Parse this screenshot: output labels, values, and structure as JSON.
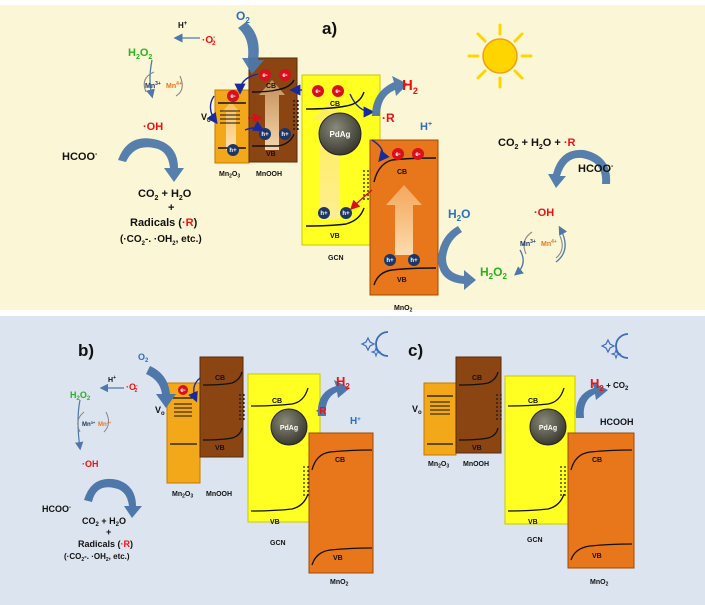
{
  "panel_a": {
    "label": "a)",
    "o2": "O",
    "o2_sub": "2",
    "hplus_left": "H",
    "hplus_sup": "+",
    "o2_radical": "·O",
    "o2_radical_sup": "-",
    "o2_radical_sub": "2",
    "h2o2_left": "H",
    "h2o2_left_sub": "2",
    "h2o2_left_o": "O",
    "h2o2_left_sub2": "2",
    "mn3": "Mn",
    "mn3_sup": "3+",
    "mn4": "Mn",
    "mn4_sup": "4+",
    "oh_left": "·OH",
    "hcoo_left": "HCOO",
    "hcoo_left_sup": "-",
    "products_line1": "CO",
    "products_line1_sub": "2",
    "products_line1_rest": " + H",
    "products_line1_sub2": "2",
    "products_line1_end": "O",
    "products_plus": "+",
    "products_radicals": "Radicals (",
    "products_r": "·R",
    "products_close": ")",
    "products_examples": "(·CO",
    "products_examples_sub": "2",
    "products_examples_mid": "-. ·OH",
    "products_examples_sub2": "2",
    "products_examples_end": ", etc.)",
    "vo": "V",
    "vo_sub": "o",
    "mn2o3": "Mn",
    "mn2o3_sub": "2",
    "mn2o3_o": "O",
    "mn2o3_sub2": "3",
    "mnooh": "MnOOH",
    "gcn": "GCN",
    "mno2": "MnO",
    "mno2_sub": "2",
    "cb": "CB",
    "vb": "VB",
    "e": "e-",
    "h": "h+",
    "pdag": "PdAg",
    "h2": "H",
    "h2_sub": "2",
    "r_radical": "·R",
    "hplus_right": "H",
    "hplus_right_sup": "+",
    "right_products": "CO",
    "right_products_sub": "2",
    "right_products_mid": " + H",
    "right_products_sub2": "2",
    "right_products_end": "O + ",
    "right_products_r": "·R",
    "hcoo_right": "HCOO",
    "hcoo_right_sup": "-",
    "oh_right": "·OH",
    "h2o": "H",
    "h2o_sub": "2",
    "h2o_o": "O",
    "h2o2_right": "H",
    "h2o2_right_sub": "2",
    "h2o2_right_o": "O",
    "h2o2_right_sub2": "2"
  },
  "panel_b": {
    "label": "b)",
    "o2": "O",
    "o2_sub": "2",
    "hplus": "H",
    "hplus_sup": "+",
    "o2_radical": "·O",
    "o2_radical_sup": "-",
    "o2_radical_sub": "2",
    "h2o2": "H",
    "h2o2_sub": "2",
    "h2o2_o": "O",
    "h2o2_sub2": "2",
    "mn3": "Mn",
    "mn3_sup": "3+",
    "mn4": "Mn",
    "mn4_sup": "4+",
    "oh": "·OH",
    "hcoo": "HCOO",
    "hcoo_sup": "-",
    "products_line1": "CO",
    "products_line1_sub": "2",
    "products_line1_rest": " + H",
    "products_line1_sub2": "2",
    "products_line1_end": "O",
    "products_plus": "+",
    "products_radicals": "Radicals (",
    "products_r": "·R",
    "products_close": ")",
    "products_examples": "(·CO",
    "products_examples_sub": "2",
    "products_examples_mid": "-. ·OH",
    "products_examples_sub2": "2",
    "products_examples_end": ", etc.)",
    "vo": "V",
    "vo_sub": "o",
    "mn2o3": "Mn",
    "mn2o3_sub": "2",
    "mn2o3_o": "O",
    "mn2o3_sub2": "3",
    "mnooh": "MnOOH",
    "gcn": "GCN",
    "mno2": "MnO",
    "mno2_sub": "2",
    "cb": "CB",
    "vb": "VB",
    "e": "e-",
    "pdag": "PdAg",
    "h2": "H",
    "h2_sub": "2",
    "r_radical": "·R",
    "hplus_right": "H",
    "hplus_right_sup": "+"
  },
  "panel_c": {
    "label": "c)",
    "vo": "V",
    "vo_sub": "o",
    "mn2o3": "Mn",
    "mn2o3_sub": "2",
    "mn2o3_o": "O",
    "mn2o3_sub2": "3",
    "mnooh": "MnOOH",
    "gcn": "GCN",
    "mno2": "MnO",
    "mno2_sub": "2",
    "cb": "CB",
    "vb": "VB",
    "pdag": "PdAg",
    "h2": "H",
    "h2_sub": "2",
    "plus_co2": " + CO",
    "plus_co2_sub": "2",
    "hcooh": "HCOOH"
  },
  "colors": {
    "panel_a_bg": "#fbf6d6",
    "panel_bc_bg": "#dce4ef",
    "mn2o3": "#f3a81a",
    "mnooh": "#8b4513",
    "gcn": "#ffff22",
    "mno2": "#e8761a",
    "arrow": "#4e78aa",
    "electron": "#d8101c",
    "hole": "#1c3766",
    "red_text": "#e11",
    "green_text": "#2bb11f",
    "orange_text": "#e8761a",
    "blue_text": "#2a70c0",
    "sun": "#ffd500"
  }
}
